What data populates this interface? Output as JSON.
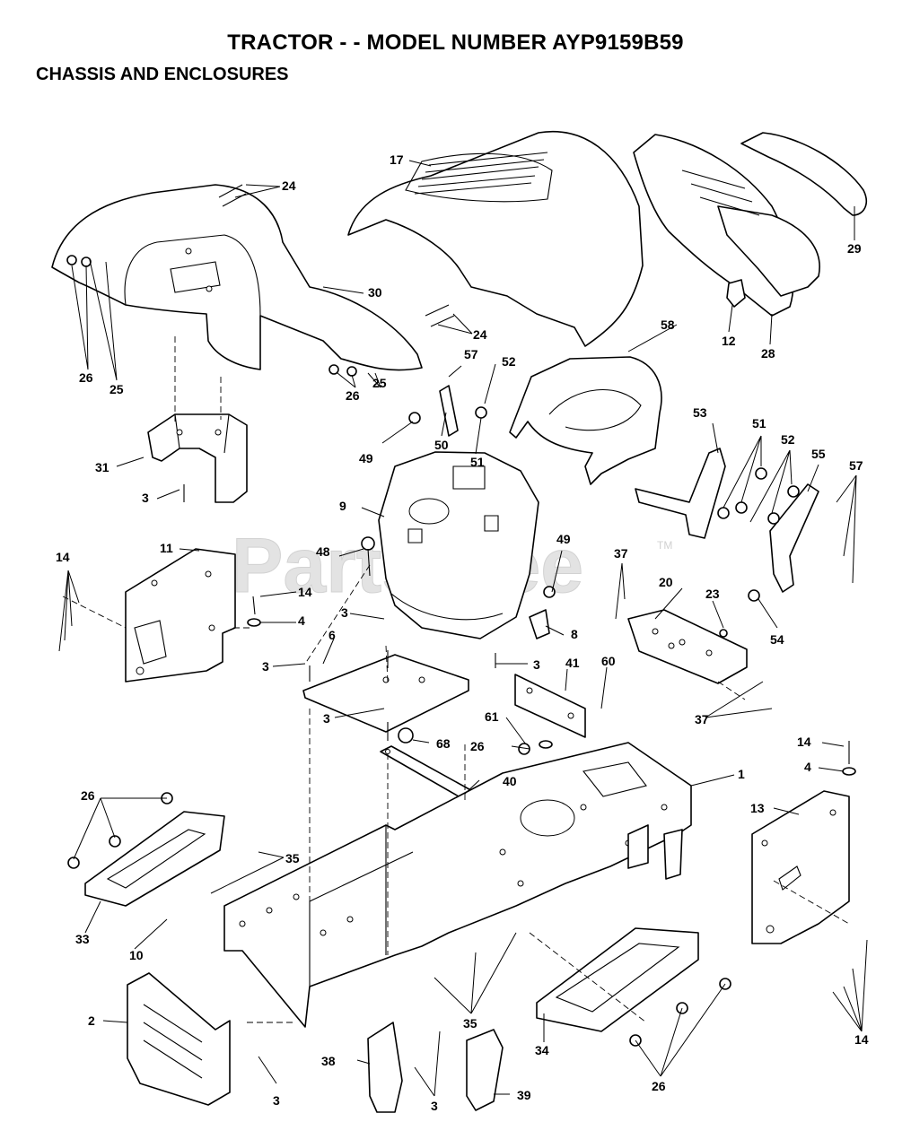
{
  "header": {
    "title": "TRACTOR - - MODEL NUMBER AYP9159B59",
    "subtitle": "CHASSIS AND ENCLOSURES"
  },
  "watermark": {
    "text": "PartsTree",
    "trademark": "TM"
  },
  "callouts": [
    {
      "id": "c17",
      "label": "17"
    },
    {
      "id": "c24a",
      "label": "24"
    },
    {
      "id": "c29",
      "label": "29"
    },
    {
      "id": "c30",
      "label": "30"
    },
    {
      "id": "c24b",
      "label": "24"
    },
    {
      "id": "c12",
      "label": "12"
    },
    {
      "id": "c28",
      "label": "28"
    },
    {
      "id": "c58",
      "label": "58"
    },
    {
      "id": "c25a",
      "label": "25"
    },
    {
      "id": "c26a",
      "label": "26"
    },
    {
      "id": "c57a",
      "label": "57"
    },
    {
      "id": "c52a",
      "label": "52"
    },
    {
      "id": "c26b",
      "label": "26"
    },
    {
      "id": "c25b",
      "label": "25"
    },
    {
      "id": "c49a",
      "label": "49"
    },
    {
      "id": "c50",
      "label": "50"
    },
    {
      "id": "c51a",
      "label": "51"
    },
    {
      "id": "c53",
      "label": "53"
    },
    {
      "id": "c51b",
      "label": "51"
    },
    {
      "id": "c52b",
      "label": "52"
    },
    {
      "id": "c55",
      "label": "55"
    },
    {
      "id": "c57b",
      "label": "57"
    },
    {
      "id": "c31",
      "label": "31"
    },
    {
      "id": "c3a",
      "label": "3"
    },
    {
      "id": "c9",
      "label": "9"
    },
    {
      "id": "c11",
      "label": "11"
    },
    {
      "id": "c14a",
      "label": "14"
    },
    {
      "id": "c48",
      "label": "48"
    },
    {
      "id": "c49b",
      "label": "49"
    },
    {
      "id": "c37a",
      "label": "37"
    },
    {
      "id": "c14b",
      "label": "14"
    },
    {
      "id": "c20",
      "label": "20"
    },
    {
      "id": "c23",
      "label": "23"
    },
    {
      "id": "c54",
      "label": "54"
    },
    {
      "id": "c4a",
      "label": "4"
    },
    {
      "id": "c3b",
      "label": "3"
    },
    {
      "id": "c8",
      "label": "8"
    },
    {
      "id": "c6",
      "label": "6"
    },
    {
      "id": "c3c",
      "label": "3"
    },
    {
      "id": "c3d",
      "label": "3"
    },
    {
      "id": "c41",
      "label": "41"
    },
    {
      "id": "c60",
      "label": "60"
    },
    {
      "id": "c37b",
      "label": "37"
    },
    {
      "id": "c3e",
      "label": "3"
    },
    {
      "id": "c61",
      "label": "61"
    },
    {
      "id": "c26c",
      "label": "26"
    },
    {
      "id": "c68",
      "label": "68"
    },
    {
      "id": "c14c",
      "label": "14"
    },
    {
      "id": "c4b",
      "label": "4"
    },
    {
      "id": "c1",
      "label": "1"
    },
    {
      "id": "c40",
      "label": "40"
    },
    {
      "id": "c13",
      "label": "13"
    },
    {
      "id": "c26d",
      "label": "26"
    },
    {
      "id": "c35a",
      "label": "35"
    },
    {
      "id": "c33",
      "label": "33"
    },
    {
      "id": "c10",
      "label": "10"
    },
    {
      "id": "c2",
      "label": "2"
    },
    {
      "id": "c35b",
      "label": "35"
    },
    {
      "id": "c34",
      "label": "34"
    },
    {
      "id": "c14d",
      "label": "14"
    },
    {
      "id": "c38",
      "label": "38"
    },
    {
      "id": "c39",
      "label": "39"
    },
    {
      "id": "c3f",
      "label": "3"
    },
    {
      "id": "c3g",
      "label": "3"
    },
    {
      "id": "c26e",
      "label": "26"
    }
  ]
}
